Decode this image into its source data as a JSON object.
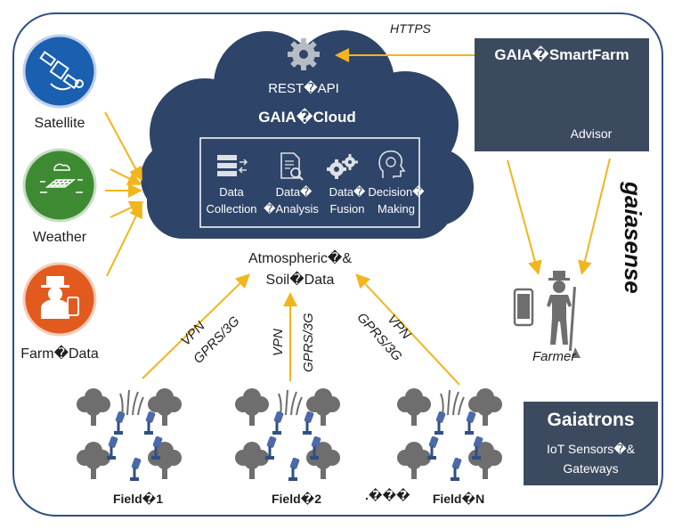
{
  "connection": {
    "https_label": "HTTPS"
  },
  "cloud": {
    "title": "GAIA�Cloud",
    "api_label": "REST�API",
    "modules": [
      {
        "icon": "server-icon",
        "line1": "Data",
        "line2": "Collection"
      },
      {
        "icon": "document-search-icon",
        "line1": "Data�",
        "line2": "�Analysis"
      },
      {
        "icon": "gears-icon",
        "line1": "Data�",
        "line2": "Fusion"
      },
      {
        "icon": "head-brain-icon",
        "line1": "Decision�",
        "line2": "Making"
      }
    ]
  },
  "smartfarm": {
    "title": "GAIA�SmartFarm",
    "advisor_label": "Advisor"
  },
  "sources": [
    {
      "label": "Satellite",
      "icon": "satellite-icon",
      "color": "#1a5fb0"
    },
    {
      "label": "Weather",
      "icon": "weather-grid-icon",
      "color": "#3d8a32"
    },
    {
      "label": "Farm�Data",
      "icon": "farmer-phone-icon",
      "color": "#e35a1e"
    }
  ],
  "atmo": {
    "line1": "Atmospheric�&",
    "line2": "Soil�Data"
  },
  "links": [
    {
      "vpn": "VPN",
      "net": "GPRS/3G"
    },
    {
      "vpn": "VPN",
      "net": "GPRS/3G"
    },
    {
      "vpn": "VPN",
      "net": "GPRS/3G"
    }
  ],
  "fields": [
    "Field�1",
    "Field�2",
    "Field�N"
  ],
  "ellipsis": ".���",
  "farmer_label": "Farmer",
  "gaiatrons": {
    "title": "Gaiatrons",
    "line1": "IoT Sensors�&",
    "line2": "Gateways"
  },
  "brand": "gaiasense",
  "colors": {
    "frame": "#2f4f86",
    "cloud": "#2e4468",
    "panel": "#3b4a5e",
    "arrow": "#f2b51c",
    "tree": "#6e6e6e",
    "sensor": "#4b6aa6"
  }
}
